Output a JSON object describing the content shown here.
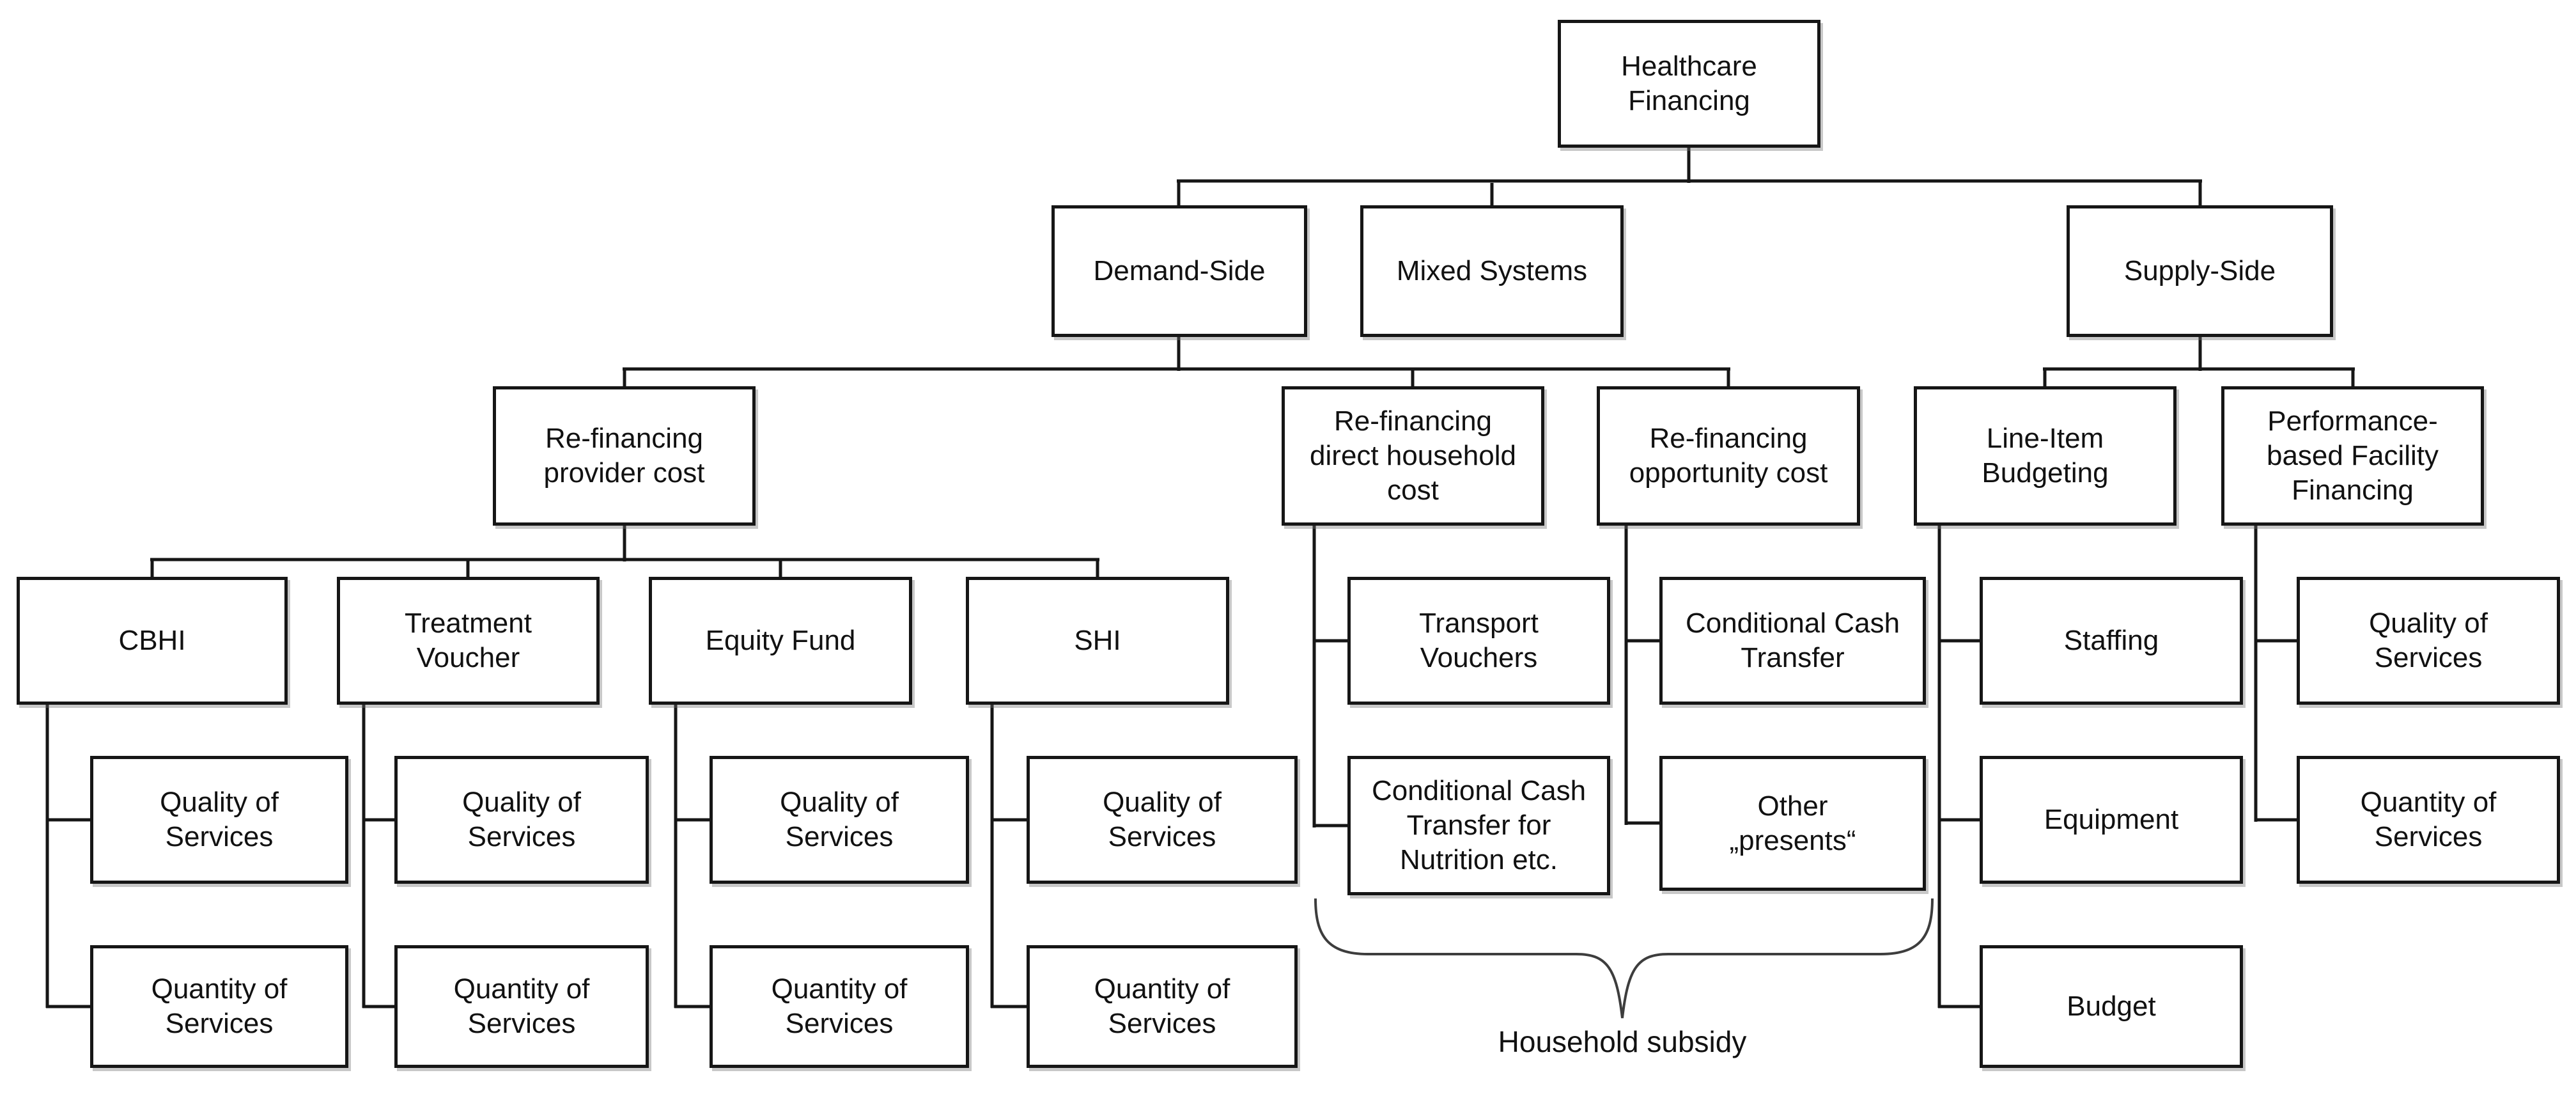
{
  "nodes": {
    "healthcare_financing": {
      "label": "Healthcare Financing"
    },
    "demand_side": {
      "label": "Demand-Side"
    },
    "mixed_systems": {
      "label": "Mixed Systems"
    },
    "supply_side": {
      "label": "Supply-Side"
    },
    "refinancing_provider_cost": {
      "label": "Re-financing provider cost"
    },
    "refinancing_direct_household_cost": {
      "label": "Re-financing direct household cost"
    },
    "refinancing_opportunity_cost": {
      "label": "Re-financing opportunity cost"
    },
    "line_item_budgeting": {
      "label": "Line-Item Budgeting"
    },
    "performance_based_facility_financing": {
      "label": "Performance-based Facility Financing"
    },
    "cbhi": {
      "label": "CBHI"
    },
    "treatment_voucher": {
      "label": "Treatment Voucher"
    },
    "equity_fund": {
      "label": "Equity Fund"
    },
    "shi": {
      "label": "SHI"
    },
    "transport_vouchers": {
      "label": "Transport Vouchers"
    },
    "conditional_cash_transfer": {
      "label": "Conditional Cash Transfer"
    },
    "staffing": {
      "label": "Staffing"
    },
    "quality_of_services_cbhi": {
      "label": "Quality of Services"
    },
    "quality_of_services_tv": {
      "label": "Quality of Services"
    },
    "quality_of_services_ef": {
      "label": "Quality of Services"
    },
    "quality_of_services_shi": {
      "label": "Quality of Services"
    },
    "quality_of_services_pbf": {
      "label": "Quality of Services"
    },
    "quantity_of_services_cbhi": {
      "label": "Quantity of Services"
    },
    "quantity_of_services_tv": {
      "label": "Quantity of Services"
    },
    "quantity_of_services_ef": {
      "label": "Quantity of Services"
    },
    "quantity_of_services_shi": {
      "label": "Quantity of Services"
    },
    "quantity_of_services_pbf": {
      "label": "Quantity of Services"
    },
    "cct_for_nutrition": {
      "label": "Conditional Cash Transfer for Nutrition etc."
    },
    "other_presents": {
      "label": "Other „presents“"
    },
    "equipment": {
      "label": "Equipment"
    },
    "budget": {
      "label": "Budget"
    }
  },
  "annotations": {
    "household_subsidy": "Household subsidy"
  },
  "colors": {
    "connector": "#161616",
    "highlight_connector": "#2e8ec9",
    "box_border": "#161616",
    "brace": "#3d3d3d",
    "background": "#ffffff"
  }
}
